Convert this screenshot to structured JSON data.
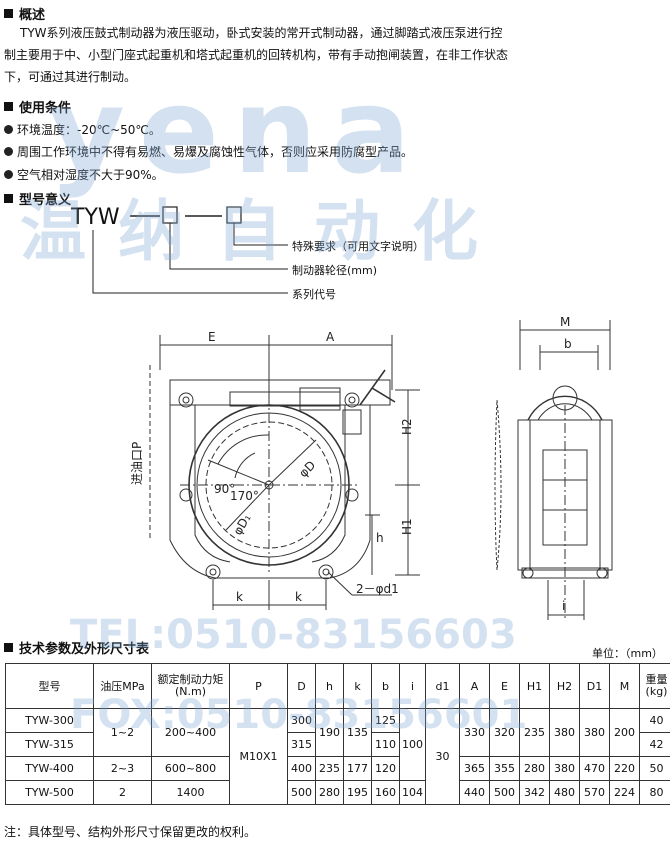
{
  "overview": {
    "title": "概述",
    "lines": [
      "TYW系列液压鼓式制动器为液压驱动，卧式安装的常开式制动器，通过脚踏式液压泵进行控",
      "制主要用于中、小型门座式起重机和塔式起重机的回转机构，带有手动抱闸装置，在非工作状态",
      "下，可通过其进行制动。"
    ]
  },
  "conditions": {
    "title": "使用条件",
    "items": [
      "环境温度：-20℃~50℃。",
      "周围工作环境中不得有易燃、易爆及腐蚀性气体，否则应采用防腐型产品。",
      "空气相对湿度不大于90%。"
    ]
  },
  "model_meaning": {
    "title": "型号意义",
    "code_prefix": "TYW",
    "labels": [
      "特殊要求（可用文字说明）",
      "制动器轮径(mm)",
      "系列代号"
    ]
  },
  "watermarks": {
    "brand": "yena",
    "cn": "温纳自动化",
    "tel": "TEL:0510-83156603",
    "fax": "FOX:0510-83156601"
  },
  "drawing": {
    "dims": [
      "E",
      "A",
      "M",
      "b",
      "H2",
      "H1",
      "h",
      "k",
      "k",
      "i",
      "2－φd1",
      "φD",
      "φD₁",
      "90°",
      "170°"
    ],
    "port_label": "进油口P"
  },
  "spec": {
    "title": "技术参数及外形尺寸表",
    "unit": "单位：（mm）",
    "headers": [
      "型号",
      "油压MPa",
      "额定制动力矩\n(N.m)",
      "P",
      "D",
      "h",
      "k",
      "b",
      "i",
      "d1",
      "A",
      "E",
      "H1",
      "H2",
      "D1",
      "M",
      "重量\n(kg)"
    ],
    "rows": {
      "models": [
        "TYW-300",
        "TYW-315",
        "TYW-400",
        "TYW-500"
      ],
      "pressure": [
        "1~2",
        "2~3",
        "2"
      ],
      "torque": [
        "200~400",
        "600~800",
        "1400"
      ],
      "P": "M10X1",
      "D": [
        "300",
        "315",
        "400",
        "500"
      ],
      "h": [
        "190",
        "235",
        "280"
      ],
      "k": [
        "135",
        "177",
        "195"
      ],
      "b": [
        "125",
        "110",
        "120",
        "160"
      ],
      "i": [
        "100",
        "104"
      ],
      "d1": "30",
      "A": [
        "330",
        "365",
        "440"
      ],
      "E": [
        "320",
        "355",
        "500"
      ],
      "H1": [
        "235",
        "280",
        "342"
      ],
      "H2": [
        "380",
        "380",
        "480"
      ],
      "D1": [
        "380",
        "470",
        "570"
      ],
      "M": [
        "200",
        "220",
        "224"
      ],
      "weight": [
        "40",
        "42",
        "50",
        "80"
      ]
    }
  },
  "note": "注：具体型号、结构外形尺寸保留更改的权利。"
}
